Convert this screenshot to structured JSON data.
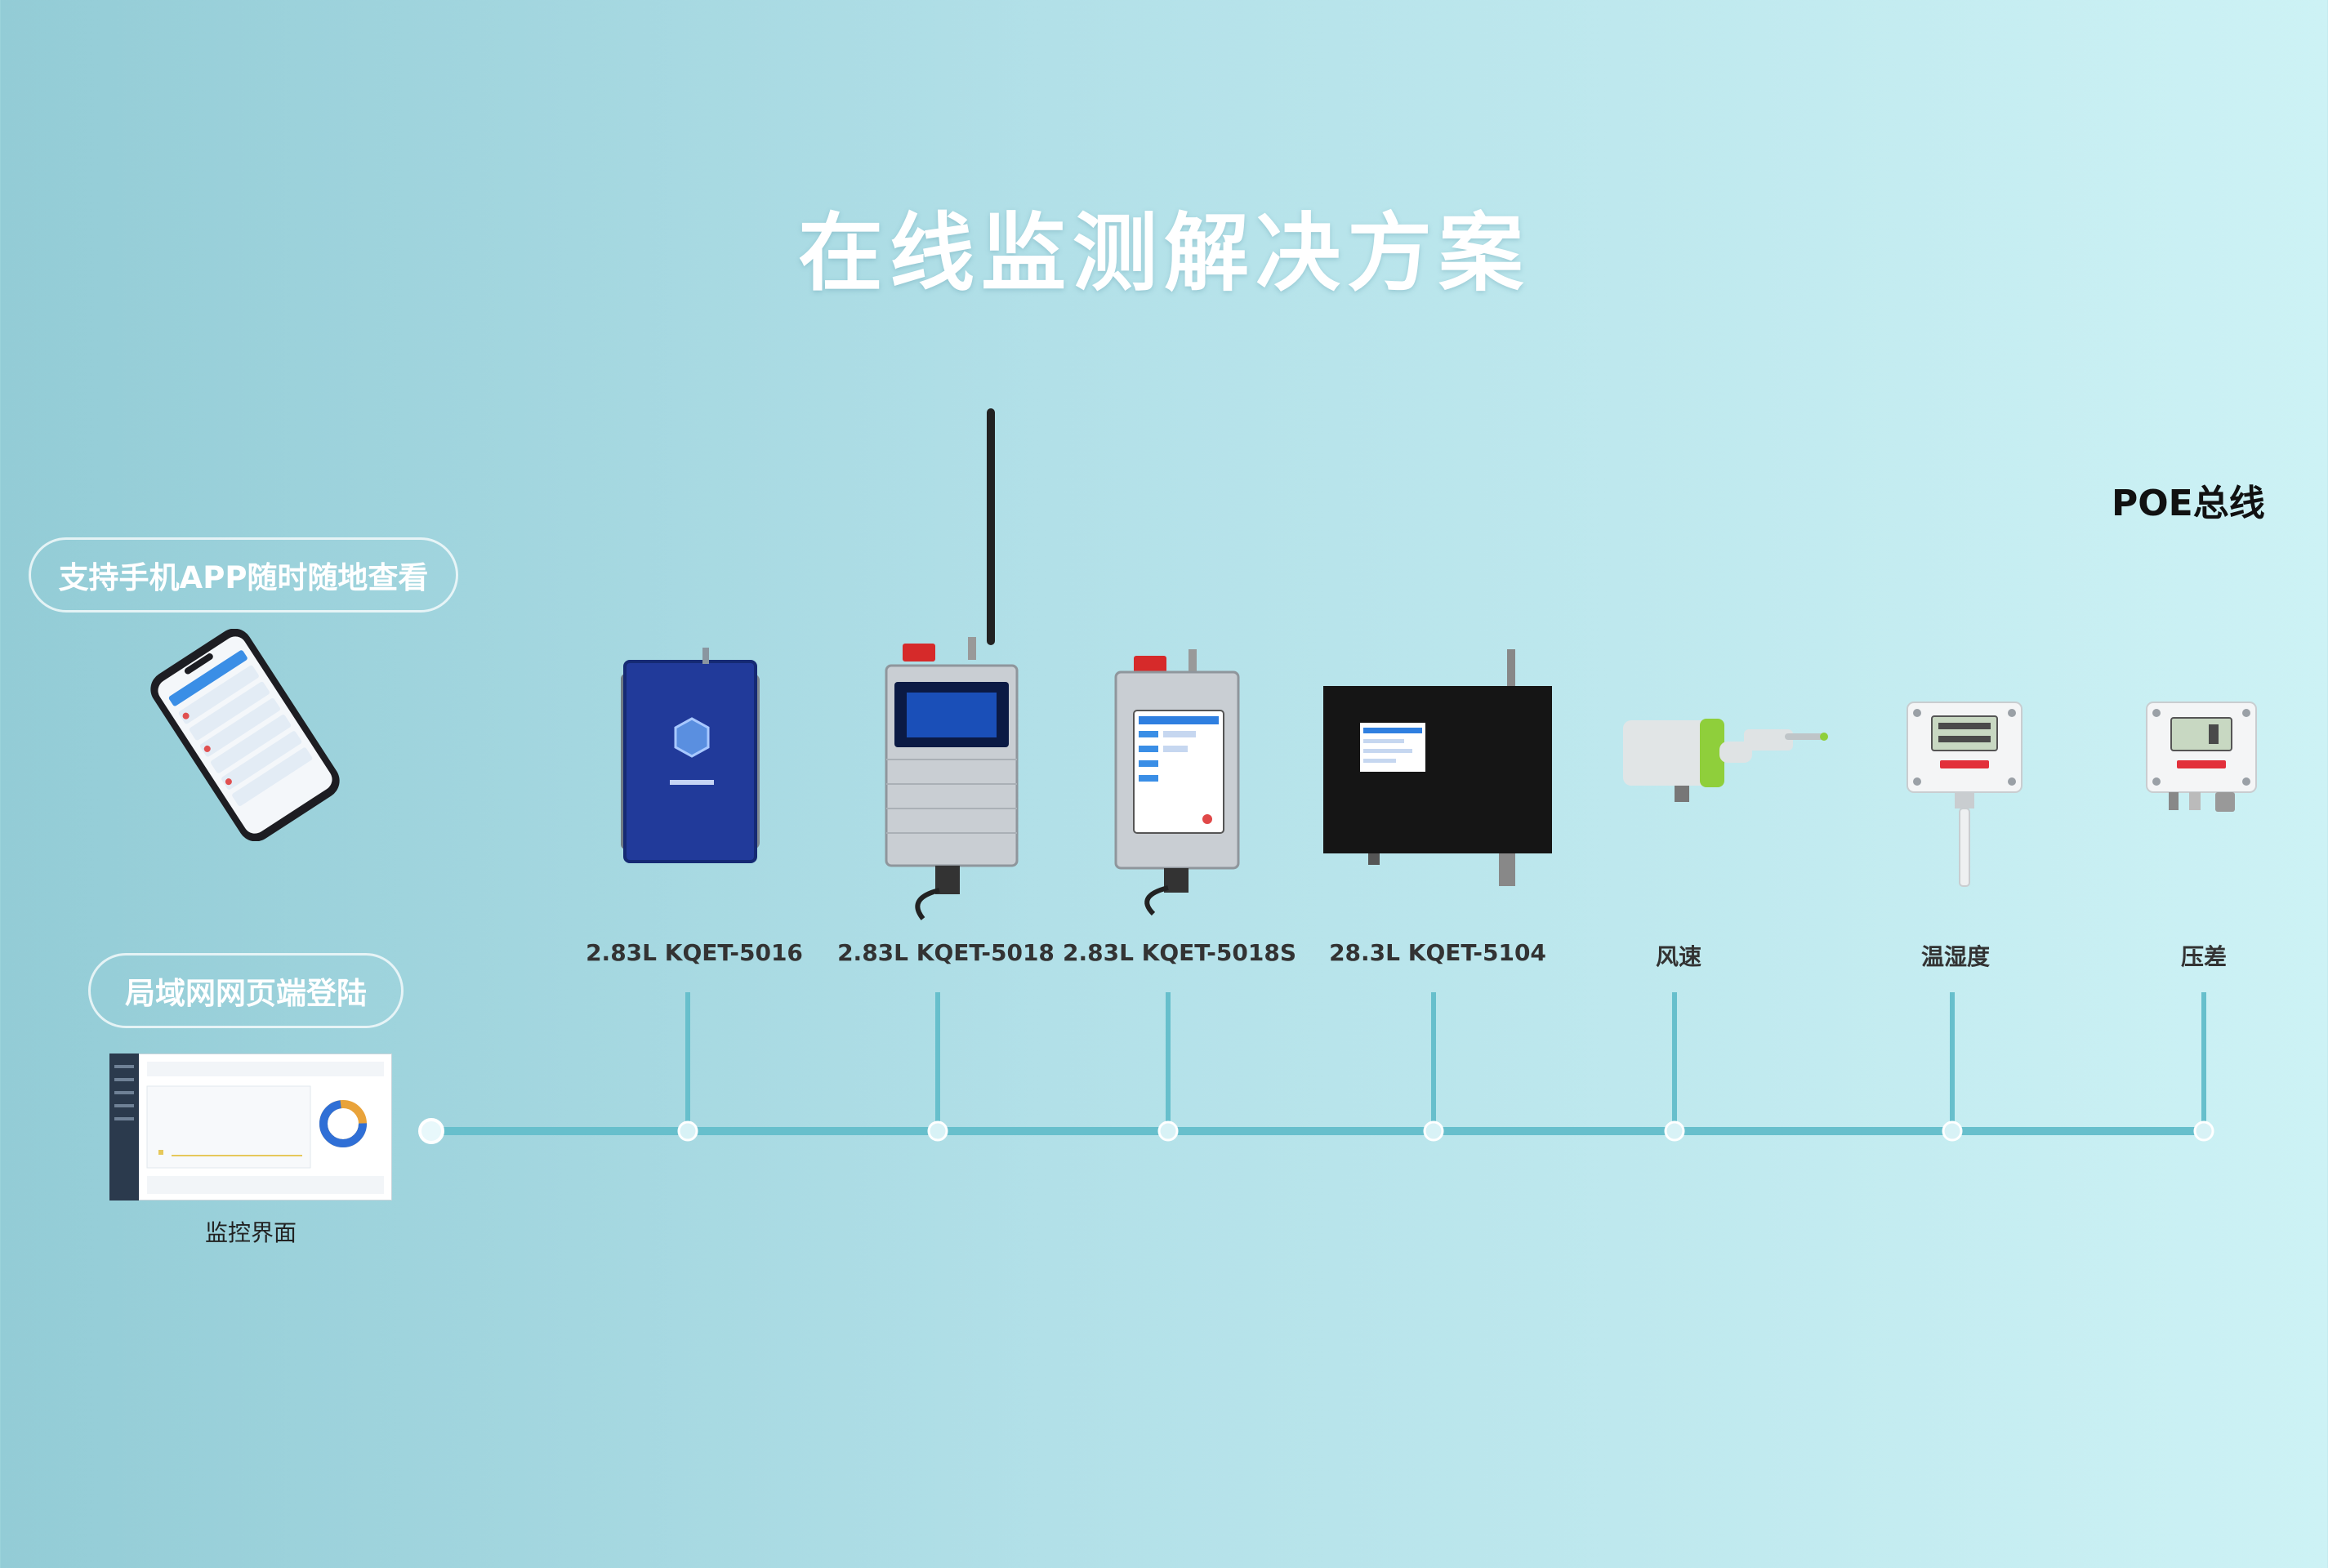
{
  "header": {
    "title": "在线监测解决方案"
  },
  "bus_label": "POE总线",
  "access": {
    "app_label": "支持手机APP随时随地查看",
    "lan_label": "局域网网页端登陆",
    "monitor_caption": "监控界面"
  },
  "devices": [
    {
      "label": "2.83L KQET-5016"
    },
    {
      "label": "2.83L KQET-5018"
    },
    {
      "label": "2.83L KQET-5018S"
    },
    {
      "label": "28.3L KQET-5104"
    },
    {
      "label": "风速"
    },
    {
      "label": "温湿度"
    },
    {
      "label": "压差"
    }
  ],
  "colors": {
    "bus_line": "#67bfcc",
    "title": "#ffffff"
  }
}
